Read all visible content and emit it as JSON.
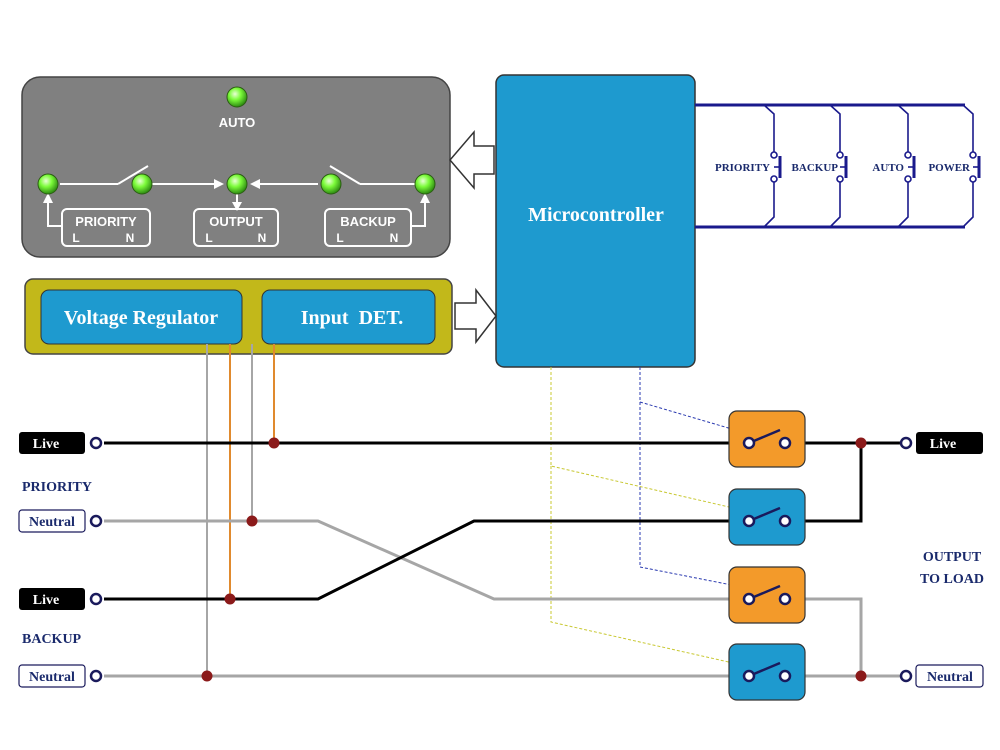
{
  "panel": {
    "auto_led_label": "AUTO",
    "priority_label": "PRIORITY",
    "output_label": "OUTPUT",
    "backup_label": "BACKUP",
    "l_letter": "L",
    "n_letter": "N"
  },
  "blocks": {
    "voltage_regulator": "Voltage Regulator",
    "input_det": "Input  DET.",
    "microcontroller": "Microcontroller"
  },
  "buttons": [
    "PRIORITY",
    "BACKUP",
    "AUTO",
    "POWER"
  ],
  "terminals": {
    "priority_live": "Live",
    "priority_neutral": "Neutral",
    "backup_live": "Live",
    "backup_neutral": "Neutral",
    "output_live": "Live",
    "output_neutral": "Neutral"
  },
  "sections": {
    "priority": "PRIORITY",
    "backup": "BACKUP",
    "output_line1": "OUTPUT",
    "output_line2": "TO LOAD"
  },
  "colors": {
    "panel_gray": "#808080",
    "led_green": "#7CFC3A",
    "block_blue": "#1E9ACF",
    "regulator_olive": "#C2B81A",
    "relay_orange": "#F39A2A",
    "live_wire": "#000000",
    "neutral_wire": "#A6A6A6",
    "control_orange": "#E08A2E",
    "bus_navy": "#1A1A8C",
    "junction": "#8B1A1A",
    "text_navy": "#1A2A6C"
  }
}
